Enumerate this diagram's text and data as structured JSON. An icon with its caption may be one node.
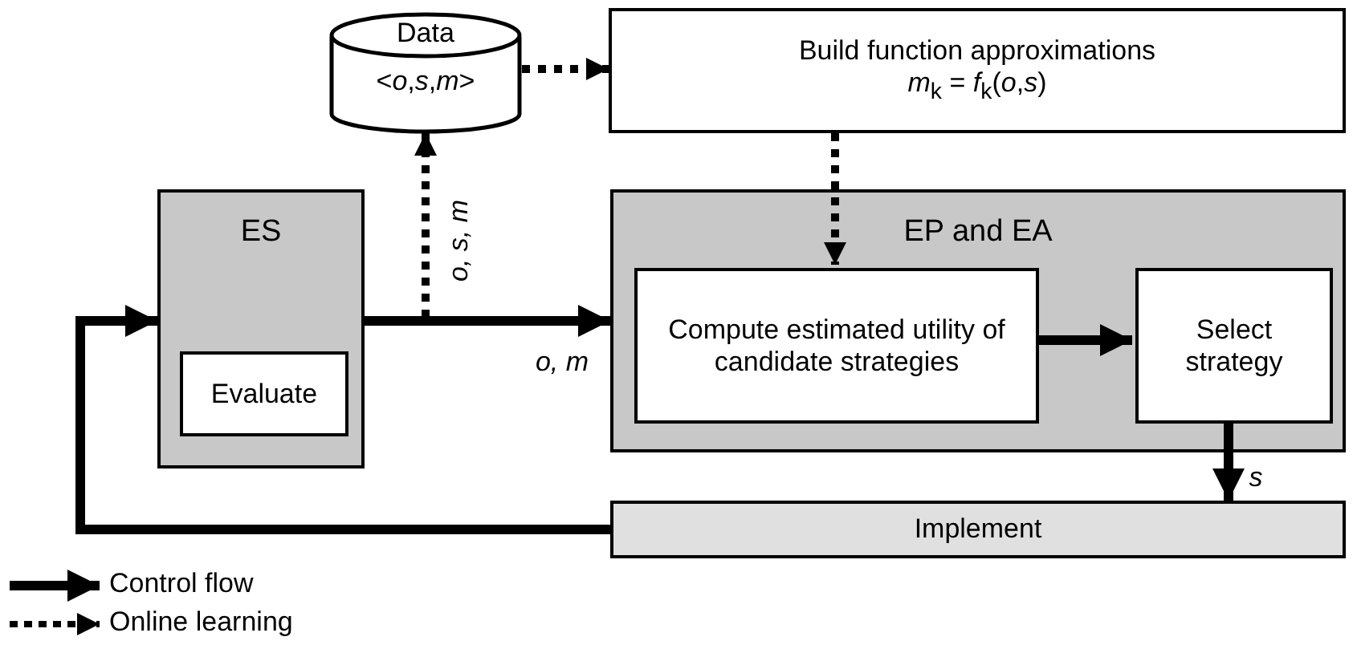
{
  "diagram": {
    "nodes": [
      {
        "text": [
          "Data",
          "<*o*,*s*,*m*>"
        ]
      },
      {
        "text": [
          "Build function approximations",
          "*m*$_{k}$ = *f*$_{k}$(*o*,*s*)"
        ]
      },
      {
        "text": [
          "ES"
        ]
      },
      {
        "text": [
          "Evaluate"
        ],
        "in": 2
      },
      {
        "text": [
          "EP and EA"
        ]
      },
      {
        "text": [
          "Compute estimated utility of candidate strategies"
        ],
        "in": 4
      },
      {
        "text": [
          "Select strategy"
        ],
        "in": 4
      },
      {
        "text": [
          "Implement"
        ]
      }
    ],
    "edges": [
      {
        "from": 0,
        "to": 1,
        "arrow": "to",
        "style": "dashed"
      },
      {
        "from": 2,
        "to": 0,
        "arrow": "to",
        "style": "dashed",
        "label": "o, s, m"
      },
      {
        "from": 1,
        "to": 5,
        "arrow": "to",
        "style": "dashed"
      },
      {
        "from": 2,
        "to": 4,
        "arrow": "to",
        "label": "o, m"
      },
      {
        "from": 5,
        "to": 6,
        "arrow": "to"
      },
      {
        "from": 6,
        "to": 7,
        "arrow": "to",
        "label": "s"
      },
      {
        "from": 7,
        "to": 2,
        "arrow": "to"
      }
    ],
    "legend": [
      {
        "text": "Control flow"
      },
      {
        "text": "Online learning"
      }
    ]
  }
}
